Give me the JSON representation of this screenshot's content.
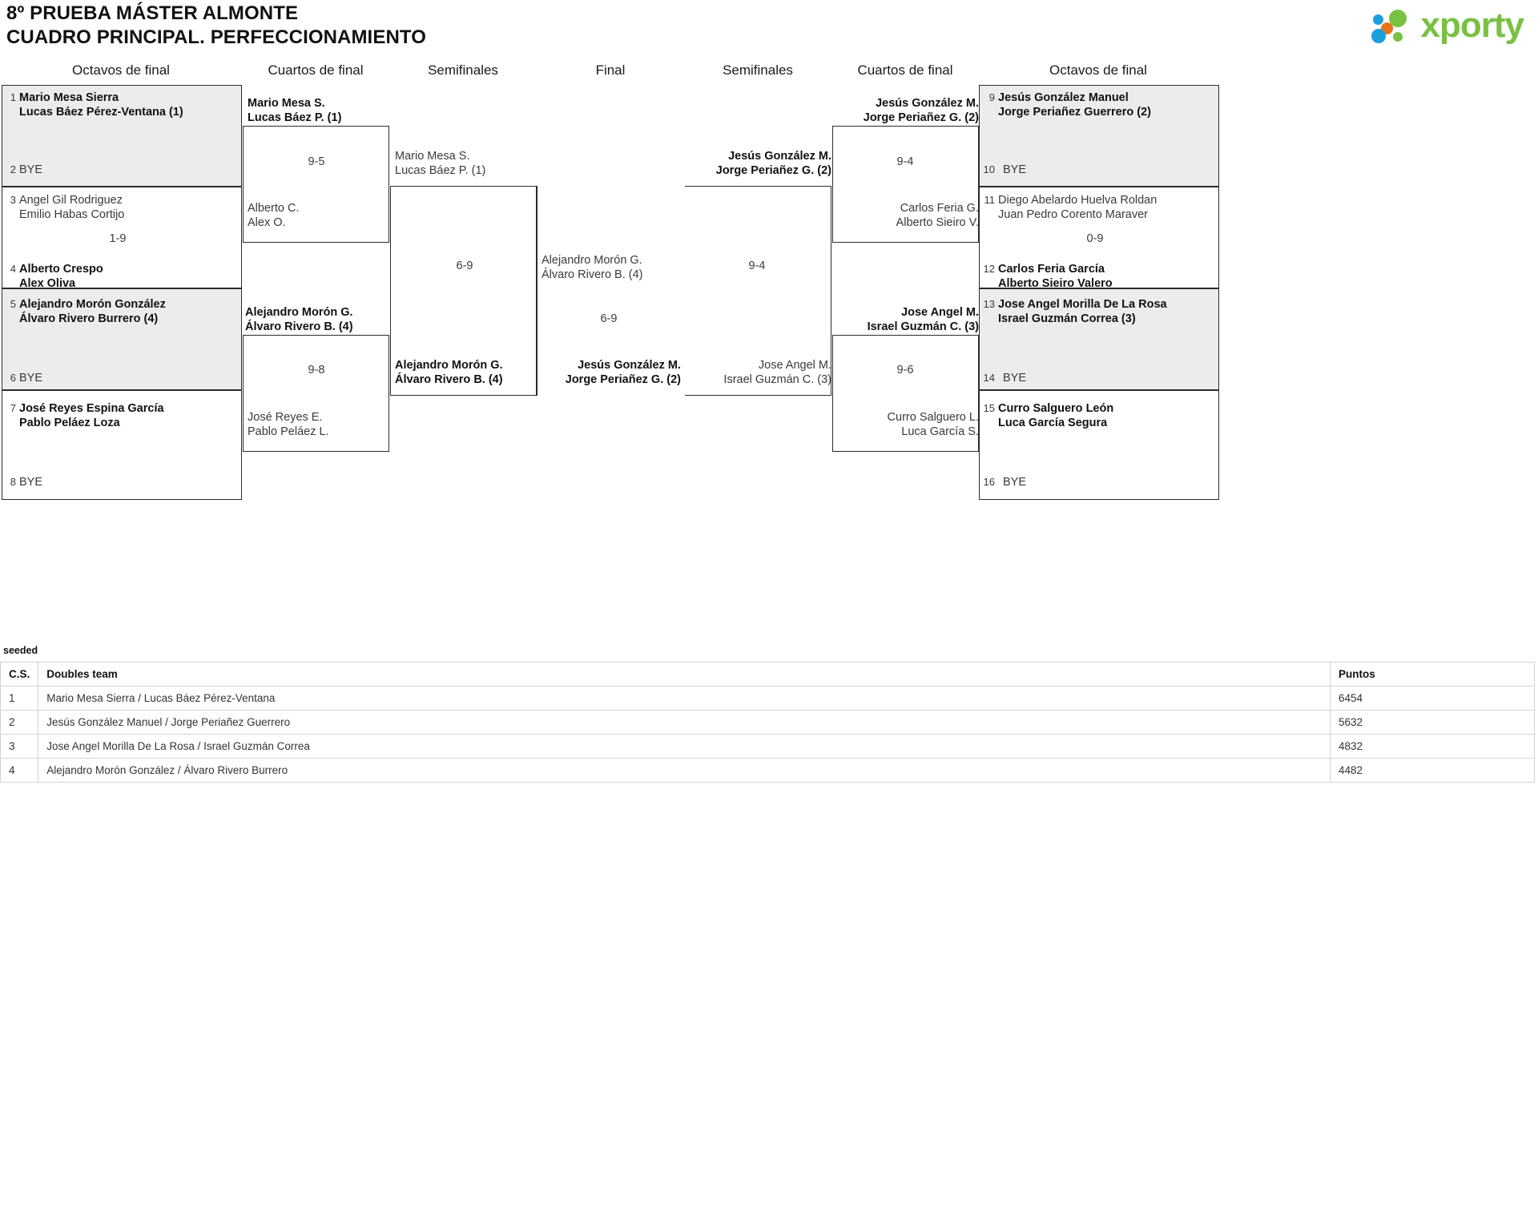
{
  "header": {
    "title_line1": "8º PRUEBA MÁSTER ALMONTE",
    "title_line2": "CUADRO PRINCIPAL. PERFECCIONAMIENTO",
    "brand": "xporty"
  },
  "rounds": {
    "left_r16": "Octavos de final",
    "left_qf": "Cuartos de final",
    "left_sf": "Semifinales",
    "final": "Final",
    "right_sf": "Semifinales",
    "right_qf": "Cuartos de final",
    "right_r16": "Octavos de final"
  },
  "left": {
    "r16": [
      {
        "num": "1",
        "p1": "Mario Mesa Sierra",
        "p2": "Lucas Báez Pérez-Ventana (1)",
        "seeded": true
      },
      {
        "num": "2",
        "p1": "BYE",
        "p2": "",
        "seeded": true
      },
      {
        "num": "3",
        "p1": "Angel Gil Rodriguez",
        "p2": "Emilio Habas Cortijo",
        "seeded": false
      },
      {
        "num": "4",
        "p1": "Alberto Crespo",
        "p2": "Alex Oliva",
        "seeded": false
      },
      {
        "num": "5",
        "p1": "Alejandro Morón González",
        "p2": "Álvaro Rivero Burrero (4)",
        "seeded": true
      },
      {
        "num": "6",
        "p1": "BYE",
        "p2": "",
        "seeded": true
      },
      {
        "num": "7",
        "p1": "José Reyes Espina García",
        "p2": "Pablo Peláez Loza",
        "seeded": false
      },
      {
        "num": "8",
        "p1": "BYE",
        "p2": "",
        "seeded": false
      }
    ],
    "r16_scores": [
      "1-9"
    ],
    "qf": [
      {
        "p1": "Mario Mesa S.",
        "p2": "Lucas Báez P. (1)",
        "bold": true
      },
      {
        "p1": "Alberto C.",
        "p2": "Alex O.",
        "bold": false
      },
      {
        "p1": "Alejandro Morón G.",
        "p2": "Álvaro Rivero B. (4)",
        "bold": true
      },
      {
        "p1": "José Reyes E.",
        "p2": "Pablo Peláez L.",
        "bold": false
      }
    ],
    "qf_scores": [
      "9-5",
      "9-8"
    ],
    "sf": [
      {
        "p1": "Mario Mesa S.",
        "p2": "Lucas Báez P. (1)",
        "bold": false
      },
      {
        "p1": "Alejandro Morón G.",
        "p2": "Álvaro Rivero B. (4)",
        "bold": true
      }
    ],
    "sf_scores": [
      "6-9"
    ]
  },
  "final": {
    "entrant": {
      "p1": "Alejandro Morón G.",
      "p2": "Álvaro Rivero B. (4)"
    },
    "score": "6-9",
    "champion": {
      "p1": "Jesús González M.",
      "p2": "Jorge Periañez G. (2)"
    }
  },
  "right": {
    "r16": [
      {
        "num": "9",
        "p1": "Jesús González Manuel",
        "p2": "Jorge Periañez Guerrero (2)",
        "seeded": true
      },
      {
        "num": "10",
        "p1": "BYE",
        "p2": "",
        "seeded": true
      },
      {
        "num": "11",
        "p1": "Diego Abelardo Huelva Roldan",
        "p2": "Juan Pedro Corento Maraver",
        "seeded": false
      },
      {
        "num": "12",
        "p1": "Carlos Feria García",
        "p2": "Alberto Sieiro Valero",
        "seeded": false
      },
      {
        "num": "13",
        "p1": "Jose Angel Morilla De La Rosa",
        "p2": "Israel Guzmán Correa (3)",
        "seeded": true
      },
      {
        "num": "14",
        "p1": "BYE",
        "p2": "",
        "seeded": true
      },
      {
        "num": "15",
        "p1": "Curro Salguero León",
        "p2": "Luca García Segura",
        "seeded": false
      },
      {
        "num": "16",
        "p1": "BYE",
        "p2": "",
        "seeded": false
      }
    ],
    "r16_scores": [
      "0-9"
    ],
    "qf": [
      {
        "p1": "Jesús González M.",
        "p2": "Jorge Periañez G. (2)",
        "bold": true
      },
      {
        "p1": "Carlos Feria G.",
        "p2": "Alberto Sieiro V.",
        "bold": false
      },
      {
        "p1": "Jose Angel M.",
        "p2": "Israel Guzmán C. (3)",
        "bold": true
      },
      {
        "p1": "Curro Salguero L.",
        "p2": "Luca García S.",
        "bold": false
      }
    ],
    "qf_scores": [
      "9-4",
      "9-6"
    ],
    "sf": [
      {
        "p1": "Jesús González M.",
        "p2": "Jorge Periañez G. (2)",
        "bold": true
      },
      {
        "p1": "Jose Angel M.",
        "p2": "Israel Guzmán C. (3)",
        "bold": false
      }
    ],
    "sf_scores": [
      "9-4"
    ]
  },
  "seeded_table": {
    "label": "seeded",
    "columns": [
      "C.S.",
      "Doubles team",
      "Puntos"
    ],
    "rows": [
      {
        "cs": "1",
        "team": "Mario Mesa Sierra / Lucas Báez Pérez-Ventana",
        "puntos": "6454"
      },
      {
        "cs": "2",
        "team": "Jesús González Manuel / Jorge Periañez Guerrero",
        "puntos": "5632"
      },
      {
        "cs": "3",
        "team": "Jose Angel Morilla De La Rosa / Israel Guzmán Correa",
        "puntos": "4832"
      },
      {
        "cs": "4",
        "team": "Alejandro Morón González / Álvaro Rivero Burrero",
        "puntos": "4482"
      }
    ]
  }
}
